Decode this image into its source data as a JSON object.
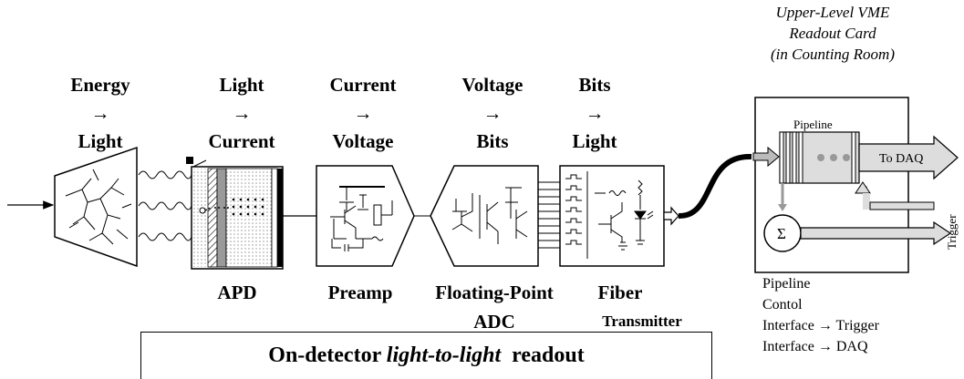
{
  "stages": [
    {
      "title_top": "Energy",
      "arrow": "→",
      "title_bottom": "Light"
    },
    {
      "title_top": "Light",
      "arrow": "→",
      "title_bottom": "Current"
    },
    {
      "title_top": "Current",
      "arrow": "→",
      "title_bottom": "Voltage"
    },
    {
      "title_top": "Voltage",
      "arrow": "→",
      "title_bottom": "Bits"
    },
    {
      "title_top": "Bits",
      "arrow": "→",
      "title_bottom": "Light"
    }
  ],
  "component_labels": {
    "apd": "APD",
    "preamp": "Preamp",
    "adc_line1": "Floating-Point",
    "adc_line2": "ADC",
    "fiber_line1": "Fiber",
    "fiber_line2": "Transmitter"
  },
  "vme_card": {
    "title_line1": "Upper-Level VME",
    "title_line2": "Readout Card",
    "title_line3": "(in Counting Room)",
    "pipeline_label": "Pipeline",
    "to_daq_label": "To DAQ",
    "trigger_label": "Trigger",
    "sum_symbol": "Σ"
  },
  "vme_functions": [
    "Pipeline",
    "Contol",
    "Interface → Trigger",
    "Interface → DAQ"
  ],
  "banner": {
    "prefix": "On-detector ",
    "emphasis": "light-to-light",
    "suffix": "  readout"
  }
}
